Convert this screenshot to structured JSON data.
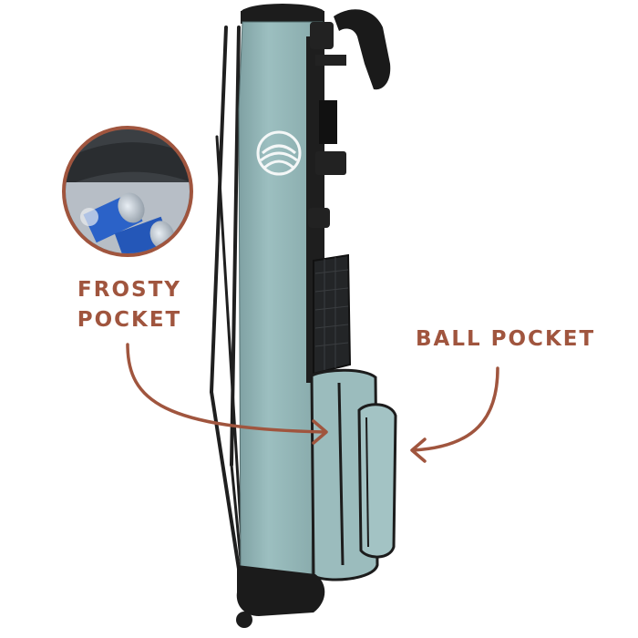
{
  "image": {
    "subject": "teal stand golf bag with cooler pocket and ball pocket",
    "background": "#ffffff",
    "bag_color": "#8fb3b4",
    "trim_color": "#1c1c1c",
    "accent_color": "#a0553e"
  },
  "callouts": {
    "frosty_pocket": {
      "line1": "FROSTY",
      "line2": "POCKET"
    },
    "ball_pocket": {
      "label": "BALL POCKET"
    }
  },
  "logo": {
    "name": "brand-logo-icon"
  }
}
